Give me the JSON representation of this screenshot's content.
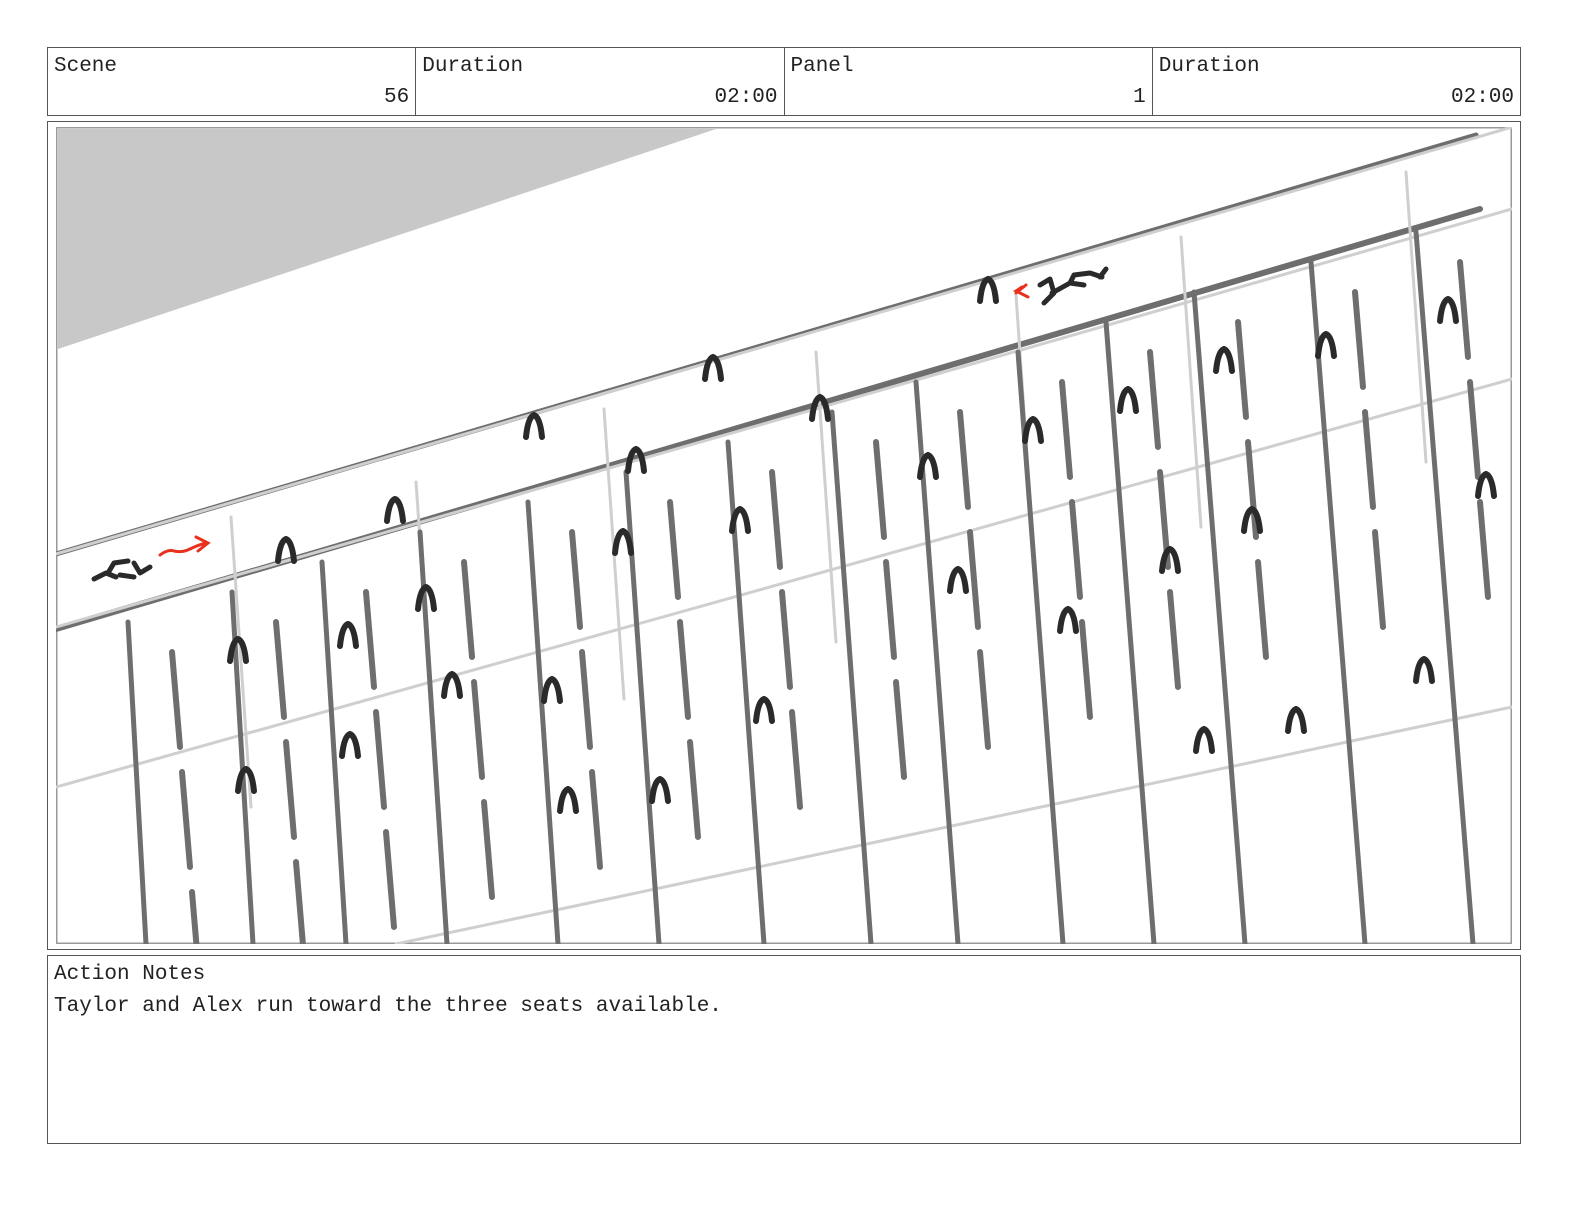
{
  "header": {
    "scene_label": "Scene",
    "scene_value": "56",
    "scene_duration_label": "Duration",
    "scene_duration_value": "02:00",
    "panel_label": "Panel",
    "panel_value": "1",
    "panel_duration_label": "Duration",
    "panel_duration_value": "02:00"
  },
  "sketch": {
    "ink_color": "#2a2a2a",
    "seat_color": "#6e6e6e",
    "guide_color": "#cfcfcf",
    "shadow_color": "#c8c8c8",
    "accent_color": "#e8321e"
  },
  "notes": {
    "label": "Action Notes",
    "text": "Taylor and Alex run toward the three seats available."
  }
}
